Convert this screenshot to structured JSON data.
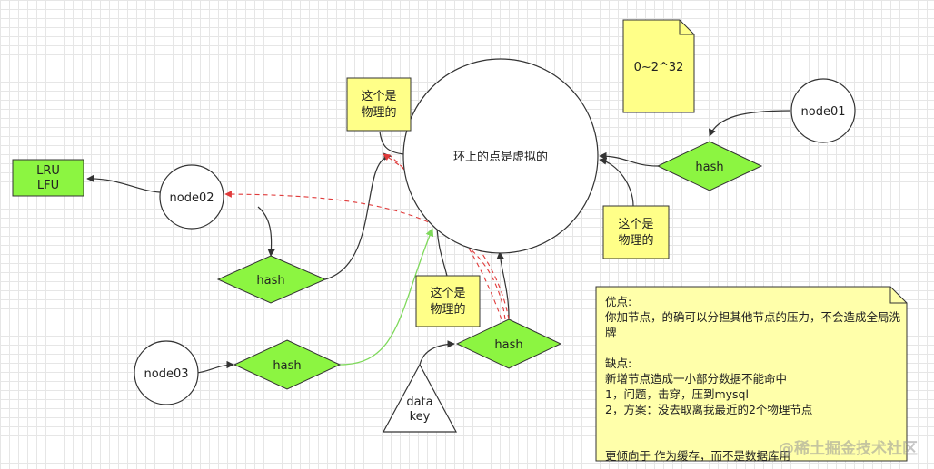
{
  "ring": {
    "label": "环上的点是虚拟的"
  },
  "note_range": {
    "label": "0~2^32"
  },
  "physical_label": "这个是\n物理的",
  "nodes": {
    "node01": "node01",
    "node02": "node02",
    "node03": "node03"
  },
  "hash_label": "hash",
  "cache_box": {
    "label": "LRU\nLFU"
  },
  "data_key": {
    "label": "data\nkey"
  },
  "notes": {
    "lines": [
      "优点:",
      "你加节点，的确可以分担其他节点的压力，不会造成全局洗牌",
      "",
      "缺点:",
      "新增节点造成一小部分数据不能命中",
      "1，问题，击穿，压到mysql",
      "2，方案：没去取离我最近的2个物理节点",
      "",
      "",
      "更倾向于 作为缓存，而不是数据库用"
    ]
  },
  "watermark": "@稀土掘金技术社区",
  "colors": {
    "yellow_fill": "#ffff88",
    "green_fill": "#8cf541",
    "green_line": "#7ed95a",
    "red_line": "#e03a3a",
    "stroke": "#333333"
  }
}
